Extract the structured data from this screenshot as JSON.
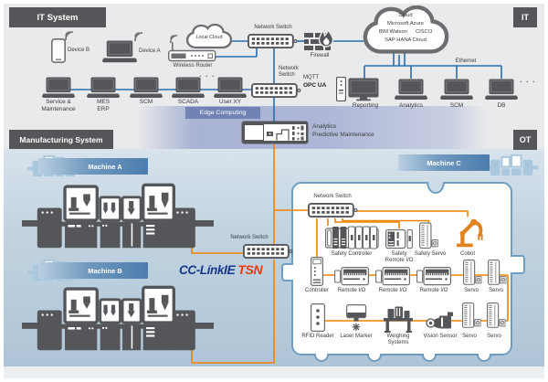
{
  "shared": {
    "network_switch": "Network Switch",
    "dots": "· · ·"
  },
  "it": {
    "title": "IT System",
    "badge": "IT",
    "device_b": "Device B",
    "device_a": "Device A",
    "wireless_router": "Wireless Router",
    "local_cloud": "Local Cloud",
    "firewall": "Firewall",
    "network_switch_l1": "Network",
    "network_switch_l2": "Switch",
    "mqtt": "MQTT",
    "opc_ua": "OPC UA",
    "ethernet": "Ethernet",
    "cloud": {
      "line1": "Cloud",
      "line2": "Microsoft Azure",
      "line3a": "IBM Watson",
      "line3b": "CISCO",
      "line4": "SAP HANA Cloud"
    },
    "workstations": [
      {
        "line1": "Service &",
        "line2": "Maintenance"
      },
      {
        "line1": "MES",
        "line2": "ERP"
      },
      {
        "line1": "SCM",
        "line2": ""
      },
      {
        "line1": "SCADA",
        "line2": ""
      },
      {
        "line1": "User XY",
        "line2": ""
      }
    ],
    "servers": [
      "Reporting",
      "Analytics",
      "SCM",
      "DB"
    ]
  },
  "edge": {
    "band": "Edge Computing",
    "line1": "Analytics",
    "line2": "Predictive Maintenance"
  },
  "mfg": {
    "title": "Manufacturing System",
    "badge": "OT",
    "machine_a": "Machine A",
    "machine_b": "Machine B",
    "machine_c": "Machine C",
    "logo": {
      "part1": "CC-Línk",
      "part2": "IE",
      "part3": "TSN"
    },
    "devices": {
      "safety_controller": "Safety Controller",
      "safety_remote_io_l1": "Safety",
      "safety_remote_io_l2": "Remote I/O",
      "safety_servo": "Safety Servo",
      "cobot": "Cobot",
      "controller": "Controller",
      "remote_io": "Remote I/O",
      "servo": "Servo",
      "rfid": "RFID Reader",
      "laser": "Laser Marker",
      "weighing": "Weighing Systems",
      "vision": "Vision Sensor"
    }
  },
  "colors": {
    "orange": "#f08300",
    "line_blue": "#2b6cad",
    "dark": "#55565a",
    "logo_blue": "#16368c",
    "logo_red": "#e8380d",
    "container_border": "#6f9dc1"
  }
}
